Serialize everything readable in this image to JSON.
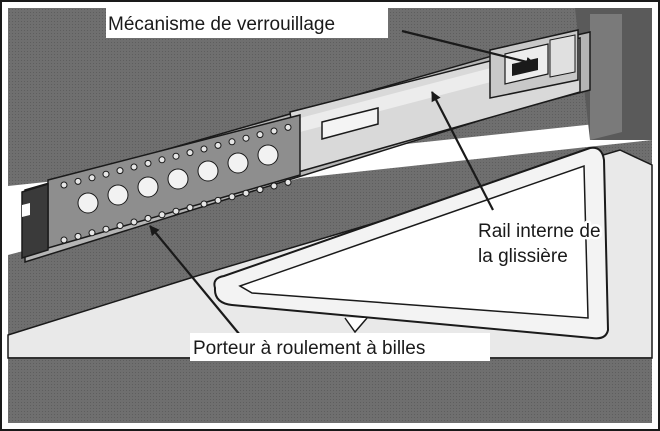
{
  "labels": {
    "locking_mechanism": "Mécanisme de verrouillage",
    "inner_rail_line1": "Rail interne de",
    "inner_rail_line2": "la glissière",
    "ball_bearing_carrier": "Porteur à roulement à billes"
  },
  "colors": {
    "outline": "#1a1a1a",
    "rail_dark": "#8c8c8c",
    "rail_mid": "#b9b9b9",
    "rail_light": "#dcdcdc",
    "cabinet_wall": "#6e6e6e",
    "cabinet_floor": "#e6e6e6"
  }
}
